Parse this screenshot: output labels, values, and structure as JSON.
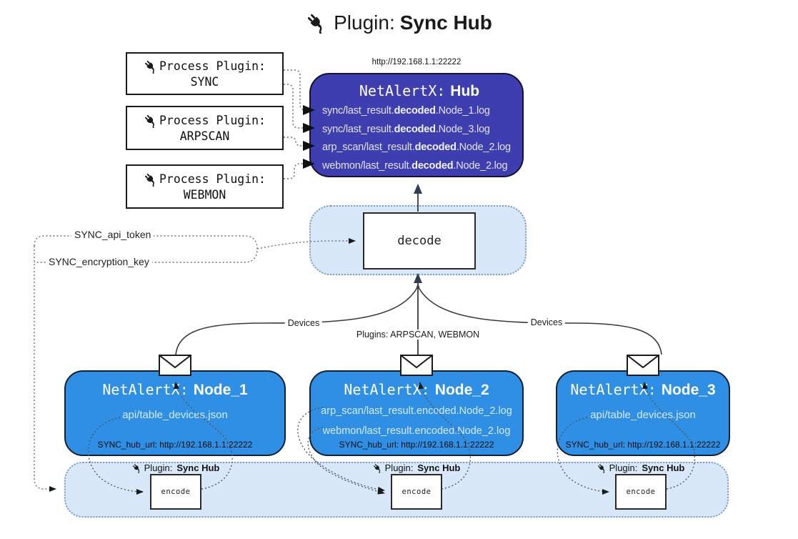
{
  "title": {
    "label": "Plugin:",
    "name": "Sync Hub"
  },
  "hub": {
    "url": "http://192.168.1.1:22222",
    "name_prefix": "NetAlertX:",
    "name": "Hub",
    "logs": [
      {
        "pre": "sync/last_result.",
        "em": "decoded",
        "post": ".Node_1.log"
      },
      {
        "pre": "sync/last_result.",
        "em": "decoded",
        "post": ".Node_3.log"
      },
      {
        "pre": "arp_scan/last_result.",
        "em": "decoded",
        "post": ".Node_2.log"
      },
      {
        "pre": "webmon/last_result.",
        "em": "decoded",
        "post": ".Node_2.log"
      }
    ]
  },
  "process_plugins": [
    {
      "label": "Process Plugin:",
      "name": "SYNC"
    },
    {
      "label": "Process Plugin:",
      "name": "ARPSCAN"
    },
    {
      "label": "Process Plugin:",
      "name": "WEBMON"
    }
  ],
  "decode": {
    "label": "decode"
  },
  "config": {
    "api_token": "SYNC_api_token",
    "encryption_key": "SYNC_encryption_key"
  },
  "edge_labels": {
    "left": "Devices",
    "center": "Plugins: ARPSCAN, WEBMON",
    "right": "Devices"
  },
  "nodes": [
    {
      "name_prefix": "NetAlertX:",
      "name": "Node_1",
      "files": [
        "api/table_devices.json"
      ],
      "hub_url": "SYNC_hub_url: http://192.168.1.1:22222"
    },
    {
      "name_prefix": "NetAlertX:",
      "name": "Node_2",
      "files": [
        "arp_scan/last_result.encoded.Node_2.log",
        "webmon/last_result.encoded.Node_2.log"
      ],
      "hub_url": "SYNC_hub_url: http://192.168.1.1:22222"
    },
    {
      "name_prefix": "NetAlertX:",
      "name": "Node_3",
      "files": [
        "api/table_devices.json"
      ],
      "hub_url": "SYNC_hub_url: http://192.168.1.1:22222"
    }
  ],
  "encoders": [
    {
      "label": "Plugin:",
      "name": "Sync Hub",
      "box": "encode"
    },
    {
      "label": "Plugin:",
      "name": "Sync Hub",
      "box": "encode"
    },
    {
      "label": "Plugin:",
      "name": "Sync Hub",
      "box": "encode"
    }
  ],
  "colors": {
    "hub_bg": "#3e3eb0",
    "node_bg": "#2e8fe4",
    "band_bg": "#d8e8f9",
    "band_border": "#7b9cc4",
    "hub_log_text": "#e2e2ee",
    "node_file_text": "#d9ebfd"
  }
}
